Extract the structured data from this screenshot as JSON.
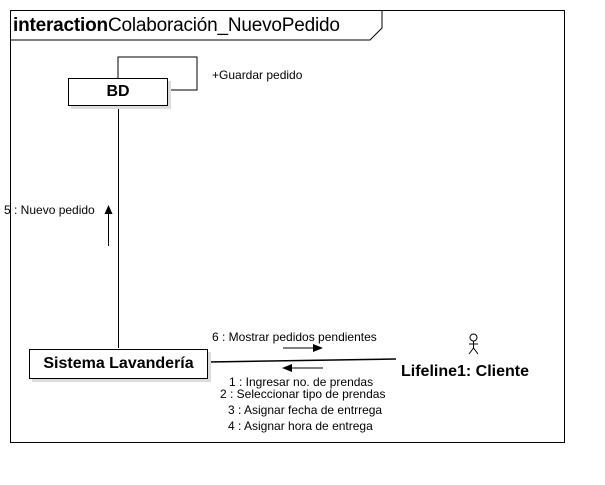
{
  "frame": {
    "keyword": "interaction",
    "name": "Colaboración_NuevoPedido"
  },
  "objects": {
    "bd": "BD",
    "sistema": "Sistema Lavandería",
    "cliente": "Lifeline1: Cliente"
  },
  "messages": {
    "self_bd": "+Guardar pedido",
    "m5": "5 : Nuevo pedido",
    "m6": "6 : Mostrar pedidos pendientes",
    "m1": "1 : Ingresar no. de prendas",
    "m2": "2 : Seleccionar tipo de prendas",
    "m3": "3 : Asignar fecha de entrrega",
    "m4": "4 : Asignar hora de entrega"
  }
}
